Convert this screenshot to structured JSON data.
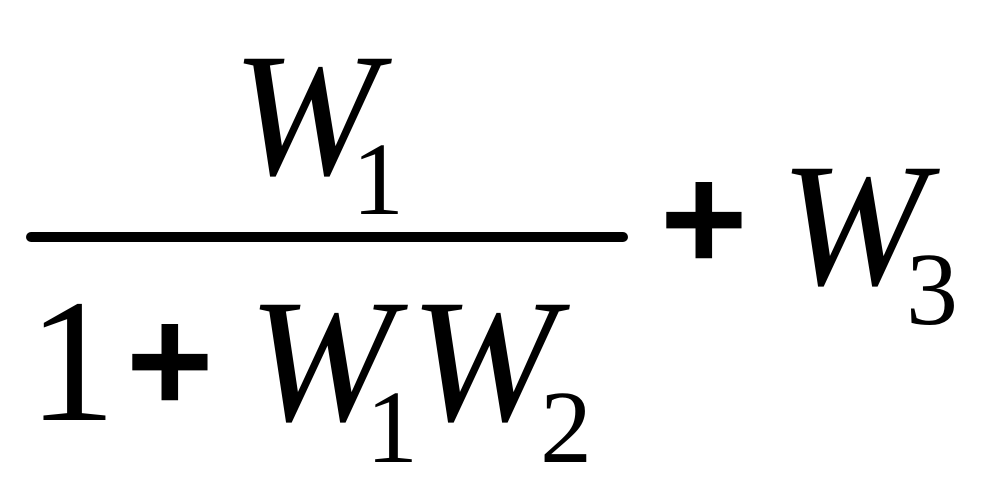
{
  "formula": {
    "numerator": {
      "variable": "W",
      "subscript": "1"
    },
    "denominator": {
      "constant": "1",
      "operator": "+",
      "term1_variable": "W",
      "term1_subscript": "1",
      "term2_variable": "W",
      "term2_subscript": "2"
    },
    "outer_operator": "+",
    "outer_term": {
      "variable": "W",
      "subscript": "3"
    },
    "color": "#000000"
  }
}
